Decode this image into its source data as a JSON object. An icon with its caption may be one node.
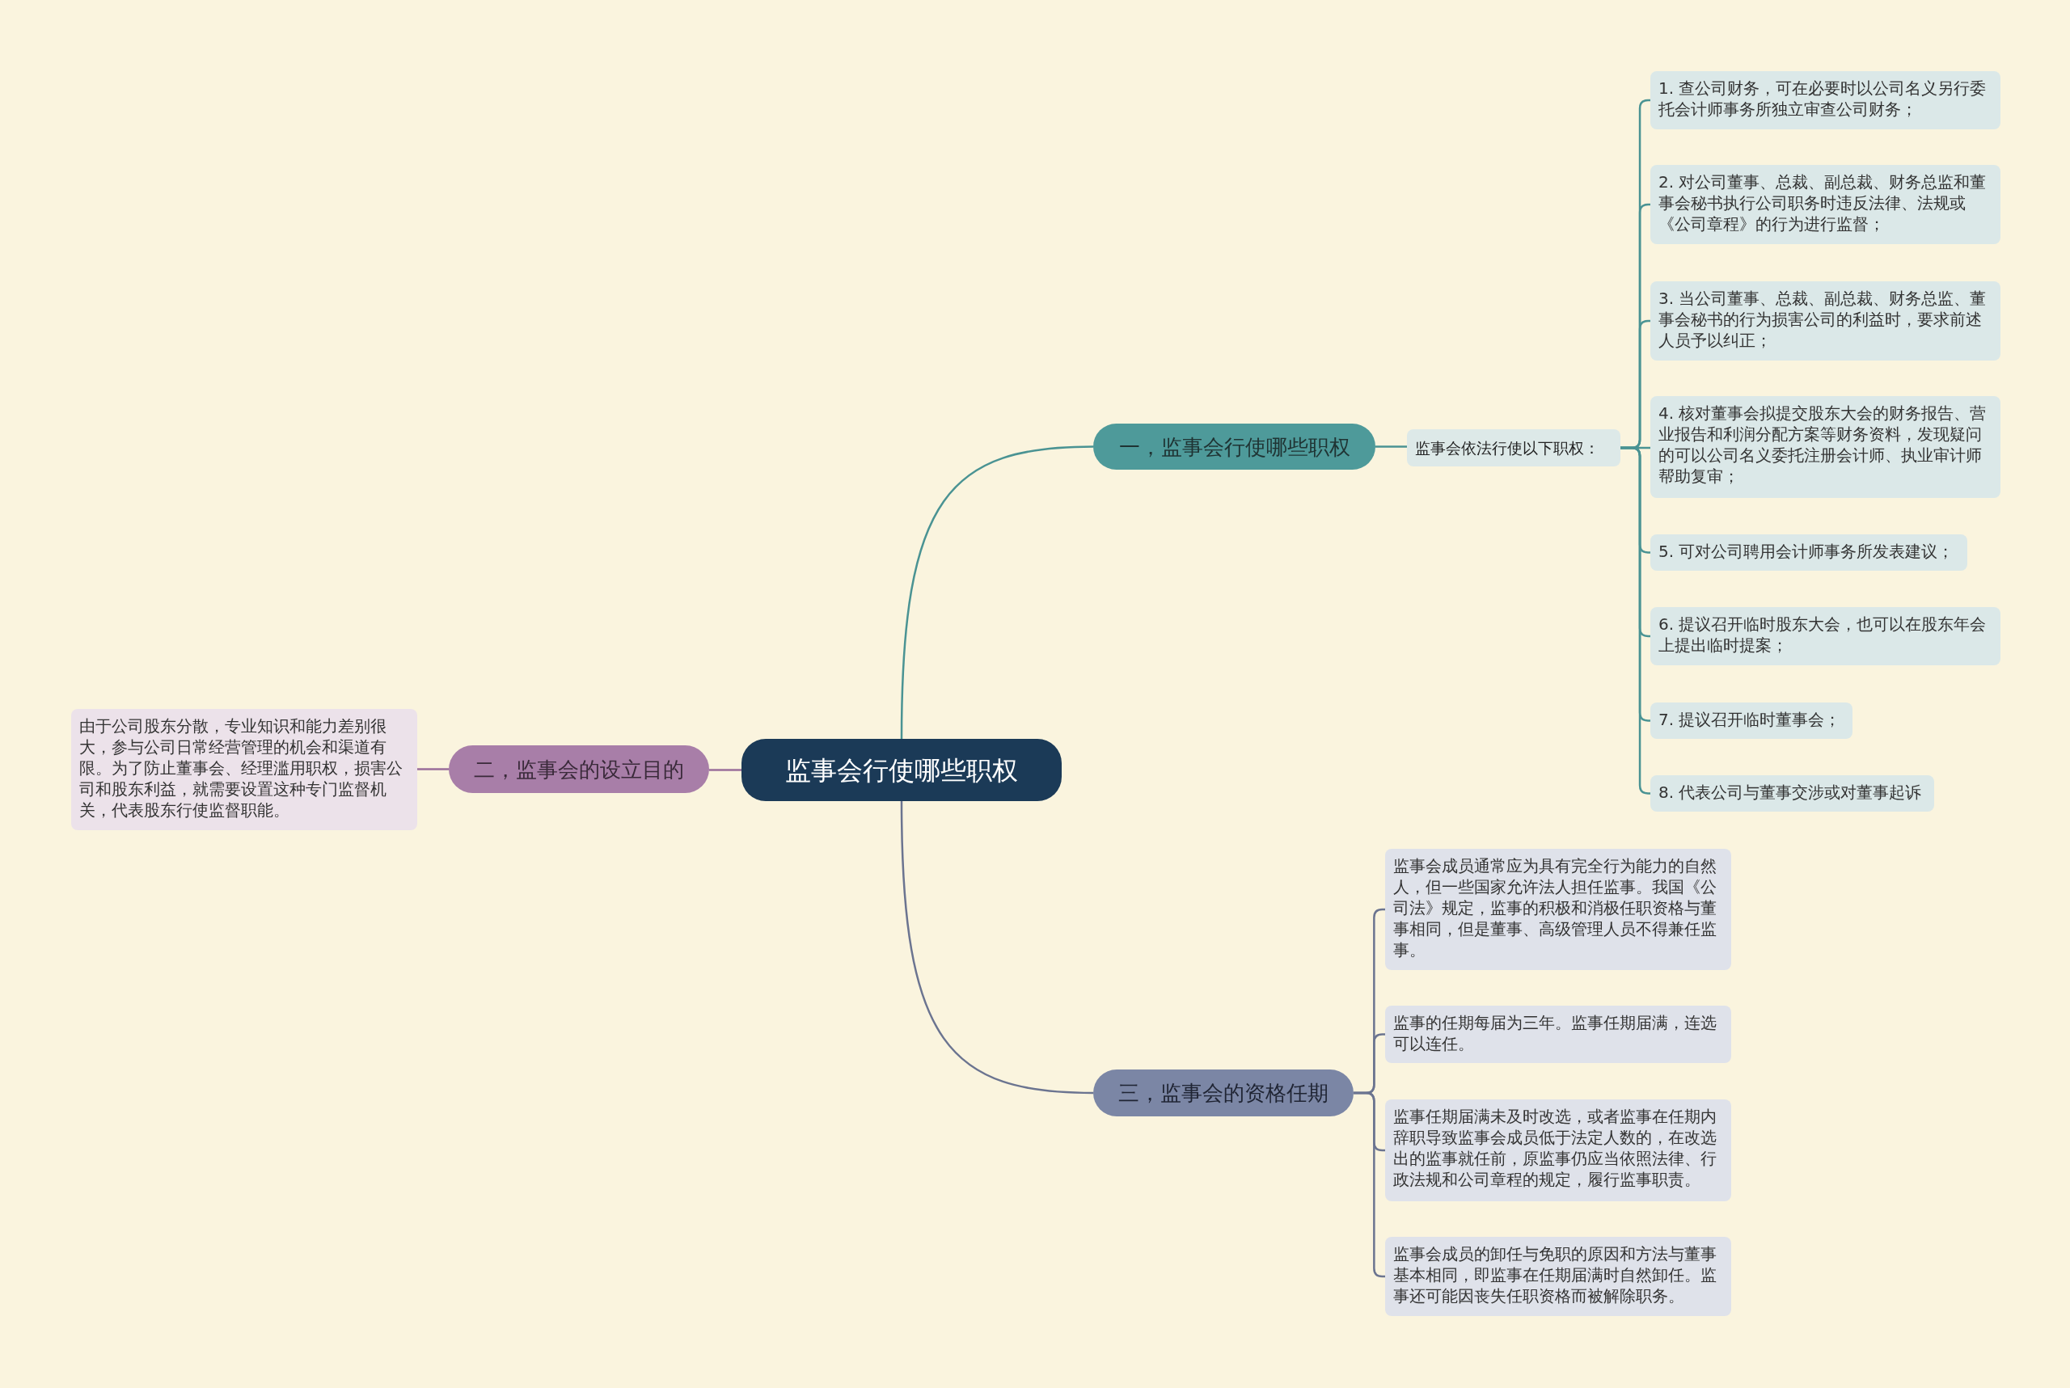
{
  "diagram": {
    "nodes": [
      {
        "text": [
          "监事会行使哪些职权"
        ]
      },
      {
        "text": [
          "一，监事会行使哪些职权"
        ]
      },
      {
        "text": [
          "监事会依法行使以下职权："
        ]
      },
      {
        "text": [
          "1. 查公司财务，可在必要时以公司名义另行委托会计师事务所独立审查公司财务；"
        ]
      },
      {
        "text": [
          "2. 对公司董事、总裁、副总裁、财务总监和董事会秘书执行公司职务时违反法律、法规或《公司章程》的行为进行监督；"
        ]
      },
      {
        "text": [
          "3. 当公司董事、总裁、副总裁、财务总监、董事会秘书的行为损害公司的利益时，要求前述人员予以纠正；"
        ]
      },
      {
        "text": [
          "4. 核对董事会拟提交股东大会的财务报告、营业报告和利润分配方案等财务资料，发现疑问的可以公司名义委托注册会计师、执业审计师帮助复审；"
        ]
      },
      {
        "text": [
          "5. 可对公司聘用会计师事务所发表建议；"
        ]
      },
      {
        "text": [
          "6. 提议召开临时股东大会，也可以在股东年会上提出临时提案；"
        ]
      },
      {
        "text": [
          "7. 提议召开临时董事会；"
        ]
      },
      {
        "text": [
          "8. 代表公司与董事交涉或对董事起诉"
        ]
      },
      {
        "text": [
          "二，监事会的设立目的"
        ]
      },
      {
        "text": [
          "由于公司股东分散，专业知识和能力差别很大，参与公司日常经营管理的机会和渠道有限。为了防止董事会、经理滥用职权，损害公司和股东利益，就需要设置这种专门监督机关，代表股东行使监督职能。"
        ]
      },
      {
        "text": [
          "三，监事会的资格任期"
        ]
      },
      {
        "text": [
          "监事会成员通常应为具有完全行为能力的自然人，但一些国家允许法人担任监事。我国《公司法》规定，监事的积极和消极任职资格与董事相同，但是董事、高级管理人员不得兼任监事。"
        ]
      },
      {
        "text": [
          "监事的任期每届为三年。监事任期届满，连选可以连任。"
        ]
      },
      {
        "text": [
          "监事任期届满未及时改选，或者监事在任期内辞职导致监事会成员低于法定人数的，在改选出的监事就任前，原监事仍应当依照法律、行政法规和公司章程的规定，履行监事职责。"
        ]
      },
      {
        "text": [
          "监事会成员的卸任与免职的原因和方法与董事基本相同，即监事在任期届满时自然卸任。监事还可能因丧失任职资格而被解除职务。"
        ]
      }
    ],
    "edges": [
      {
        "from": 0,
        "to": 1,
        "arrow": "none",
        "color": "#4a9393"
      },
      {
        "from": 1,
        "to": 2,
        "arrow": "none",
        "color": "#4a9393"
      },
      {
        "from": 2,
        "to": 3,
        "arrow": "none",
        "color": "#4a9393"
      },
      {
        "from": 2,
        "to": 4,
        "arrow": "none",
        "color": "#4a9393"
      },
      {
        "from": 2,
        "to": 5,
        "arrow": "none",
        "color": "#4a9393"
      },
      {
        "from": 2,
        "to": 6,
        "arrow": "none",
        "color": "#4a9393"
      },
      {
        "from": 2,
        "to": 7,
        "arrow": "none",
        "color": "#4a9393"
      },
      {
        "from": 2,
        "to": 8,
        "arrow": "none",
        "color": "#4a9393"
      },
      {
        "from": 2,
        "to": 9,
        "arrow": "none",
        "color": "#4a9393"
      },
      {
        "from": 2,
        "to": 10,
        "arrow": "none",
        "color": "#4a9393"
      },
      {
        "from": 0,
        "to": 11,
        "arrow": "none",
        "color": "#9a6e9a"
      },
      {
        "from": 11,
        "to": 12,
        "arrow": "none",
        "color": "#9a6e9a"
      },
      {
        "from": 0,
        "to": 13,
        "arrow": "none"
      },
      {
        "from": 13,
        "to": 14,
        "arrow": "none"
      },
      {
        "from": 13,
        "to": 15,
        "arrow": "none"
      },
      {
        "from": 13,
        "to": 16,
        "arrow": "none"
      },
      {
        "from": 13,
        "to": 17,
        "arrow": "none"
      }
    ]
  }
}
